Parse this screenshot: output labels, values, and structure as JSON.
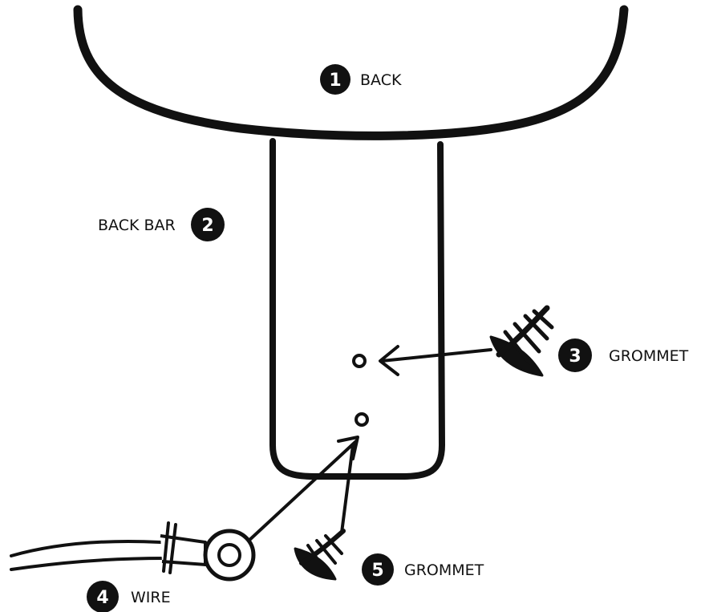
{
  "colors": {
    "ink": "#111111",
    "paper": "#ffffff"
  },
  "callouts": [
    {
      "id": "back",
      "number": "1",
      "label": "BACK"
    },
    {
      "id": "back-bar",
      "number": "2",
      "label": "BACK BAR"
    },
    {
      "id": "grommet-upper",
      "number": "3",
      "label": "GROMMET"
    },
    {
      "id": "wire",
      "number": "4",
      "label": "WIRE"
    },
    {
      "id": "grommet-lower",
      "number": "5",
      "label": "GROMMET"
    }
  ]
}
